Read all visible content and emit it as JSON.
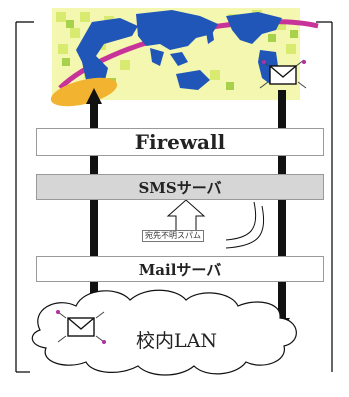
{
  "firewall": {
    "label": "Firewall"
  },
  "sms_server": {
    "label": "SMSサーバ"
  },
  "spam_tag": {
    "label": "宛先不明スパム"
  },
  "mail_server": {
    "label": "Mailサーバ"
  },
  "lan": {
    "label": "校内LAN"
  }
}
